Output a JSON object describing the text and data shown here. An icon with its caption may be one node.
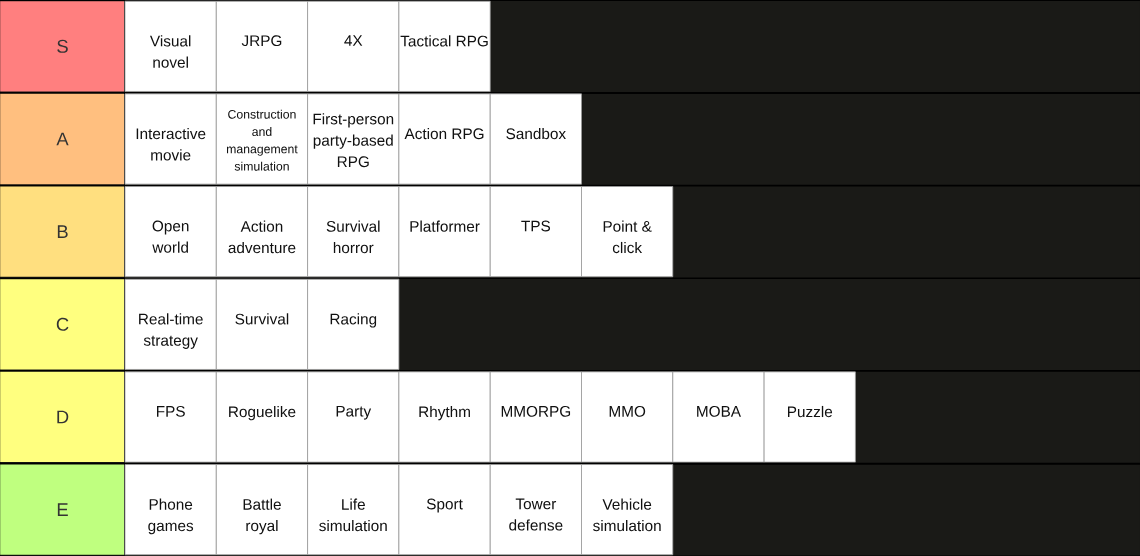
{
  "diagram": {
    "nodes": [
      {
        "text": [
          "S"
        ]
      },
      {
        "text": [
          "Visual novel"
        ],
        "in": 0
      },
      {
        "text": [
          "JRPG"
        ],
        "in": 0
      },
      {
        "text": [
          "4X"
        ],
        "in": 0
      },
      {
        "text": [
          "Tactical RPG"
        ],
        "in": 0
      },
      {
        "text": [
          "A"
        ]
      },
      {
        "text": [
          "Interactive movie"
        ],
        "in": 5
      },
      {
        "text": [
          "Construction and management simulation"
        ],
        "in": 5
      },
      {
        "text": [
          "First-person party-based RPG"
        ],
        "in": 5
      },
      {
        "text": [
          "Action RPG"
        ],
        "in": 5
      },
      {
        "text": [
          "Sandbox"
        ],
        "in": 5
      },
      {
        "text": [
          "B"
        ]
      },
      {
        "text": [
          "Open world"
        ],
        "in": 11
      },
      {
        "text": [
          "Action adventure"
        ],
        "in": 11
      },
      {
        "text": [
          "Survival horror"
        ],
        "in": 11
      },
      {
        "text": [
          "Platformer"
        ],
        "in": 11
      },
      {
        "text": [
          "TPS"
        ],
        "in": 11
      },
      {
        "text": [
          "Point & click"
        ],
        "in": 11
      },
      {
        "text": [
          "C"
        ]
      },
      {
        "text": [
          "Real-time strategy"
        ],
        "in": 18
      },
      {
        "text": [
          "Survival"
        ],
        "in": 18
      },
      {
        "text": [
          "Racing"
        ],
        "in": 18
      },
      {
        "text": [
          "D"
        ]
      },
      {
        "text": [
          "FPS"
        ],
        "in": 22
      },
      {
        "text": [
          "Roguelike"
        ],
        "in": 22
      },
      {
        "text": [
          "Party"
        ],
        "in": 22
      },
      {
        "text": [
          "Rhythm"
        ],
        "in": 22
      },
      {
        "text": [
          "MMORPG"
        ],
        "in": 22
      },
      {
        "text": [
          "MMO"
        ],
        "in": 22
      },
      {
        "text": [
          "MOBA"
        ],
        "in": 22
      },
      {
        "text": [
          "Puzzle"
        ],
        "in": 22
      },
      {
        "text": [
          "E"
        ]
      },
      {
        "text": [
          "Phone games"
        ],
        "in": 31
      },
      {
        "text": [
          "Battle royal"
        ],
        "in": 31
      },
      {
        "text": [
          "Life simulation"
        ],
        "in": 31
      },
      {
        "text": [
          "Sport"
        ],
        "in": 31
      },
      {
        "text": [
          "Tower defense"
        ],
        "in": 31
      },
      {
        "text": [
          "Vehicle simulation"
        ],
        "in": 31
      }
    ]
  }
}
